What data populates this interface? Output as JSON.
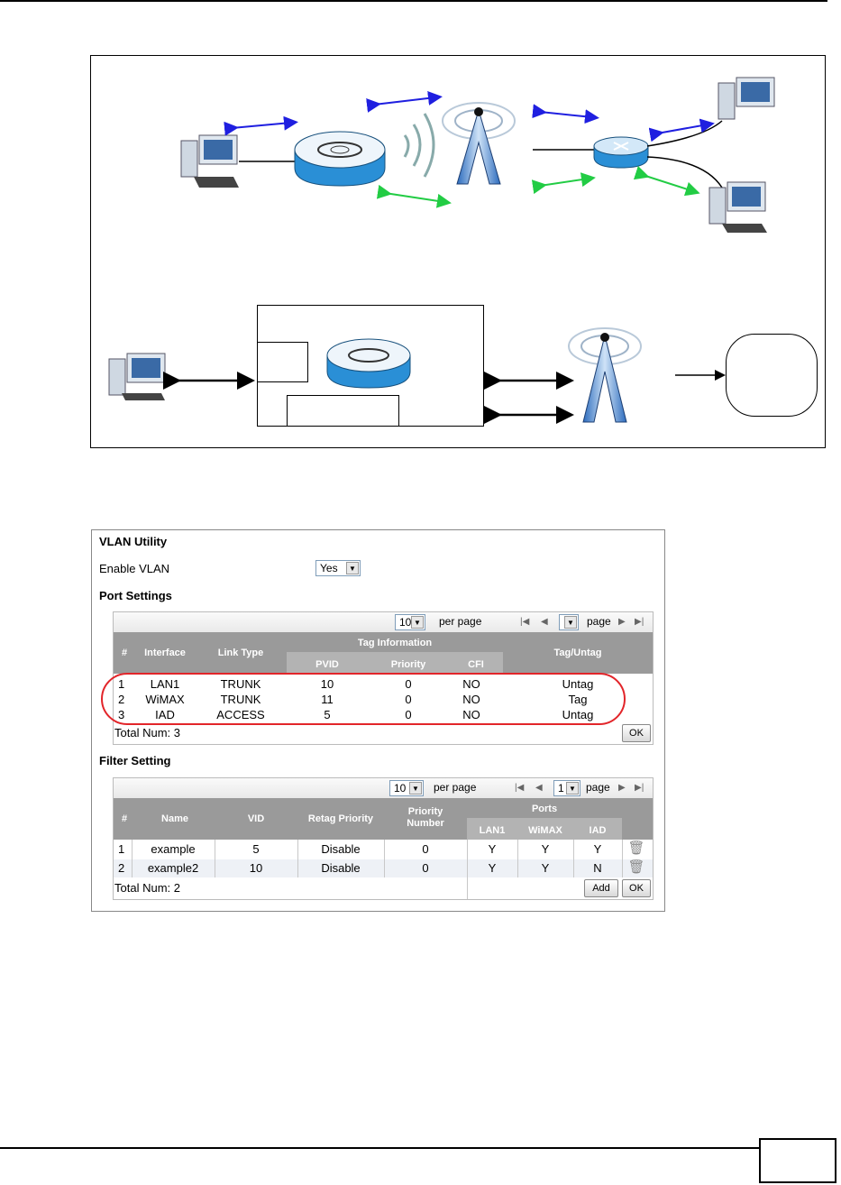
{
  "vlan_utility": {
    "title": "VLAN Utility",
    "enable_label": "Enable VLAN",
    "enable_value": "Yes"
  },
  "port_settings": {
    "title": "Port Settings",
    "per_page_value": "10",
    "per_page_label": "per page",
    "page_value": "",
    "page_label": "page",
    "headers": {
      "num": "#",
      "interface": "Interface",
      "link_type": "Link Type",
      "tag_information": "Tag Information",
      "pvid": "PVID",
      "priority": "Priority",
      "cfi": "CFI",
      "tag_untag": "Tag/Untag"
    },
    "rows": [
      {
        "num": "1",
        "interface": "LAN1",
        "link_type": "TRUNK",
        "pvid": "10",
        "priority": "0",
        "cfi": "NO",
        "tag": "Untag"
      },
      {
        "num": "2",
        "interface": "WiMAX",
        "link_type": "TRUNK",
        "pvid": "11",
        "priority": "0",
        "cfi": "NO",
        "tag": "Tag"
      },
      {
        "num": "3",
        "interface": "IAD",
        "link_type": "ACCESS",
        "pvid": "5",
        "priority": "0",
        "cfi": "NO",
        "tag": "Untag"
      }
    ],
    "total": "Total Num: 3",
    "ok_label": "OK"
  },
  "filter_setting": {
    "title": "Filter Setting",
    "per_page_value": "10",
    "per_page_label": "per page",
    "page_value": "1",
    "page_label": "page",
    "headers": {
      "num": "#",
      "name": "Name",
      "vid": "VID",
      "retag_priority": "Retag Priority",
      "priority_number_1": "Priority",
      "priority_number_2": "Number",
      "ports": "Ports",
      "lan1": "LAN1",
      "wimax": "WiMAX",
      "iad": "IAD"
    },
    "rows": [
      {
        "num": "1",
        "name": "example",
        "vid": "5",
        "retag": "Disable",
        "priority": "0",
        "lan1": "Y",
        "wimax": "Y",
        "iad": "Y"
      },
      {
        "num": "2",
        "name": "example2",
        "vid": "10",
        "retag": "Disable",
        "priority": "0",
        "lan1": "Y",
        "wimax": "Y",
        "iad": "N"
      }
    ],
    "total": "Total Num: 2",
    "add_label": "Add",
    "ok_label": "OK"
  },
  "icons": [
    "computer-icon",
    "wimax-router-icon",
    "base-station-icon",
    "switch-icon",
    "trash-icon"
  ],
  "colors": {
    "blue_arrow": "#1f1fe0",
    "green_arrow": "#22cc44",
    "highlight": "#e2252a",
    "table_header": "#9a9a9a"
  }
}
